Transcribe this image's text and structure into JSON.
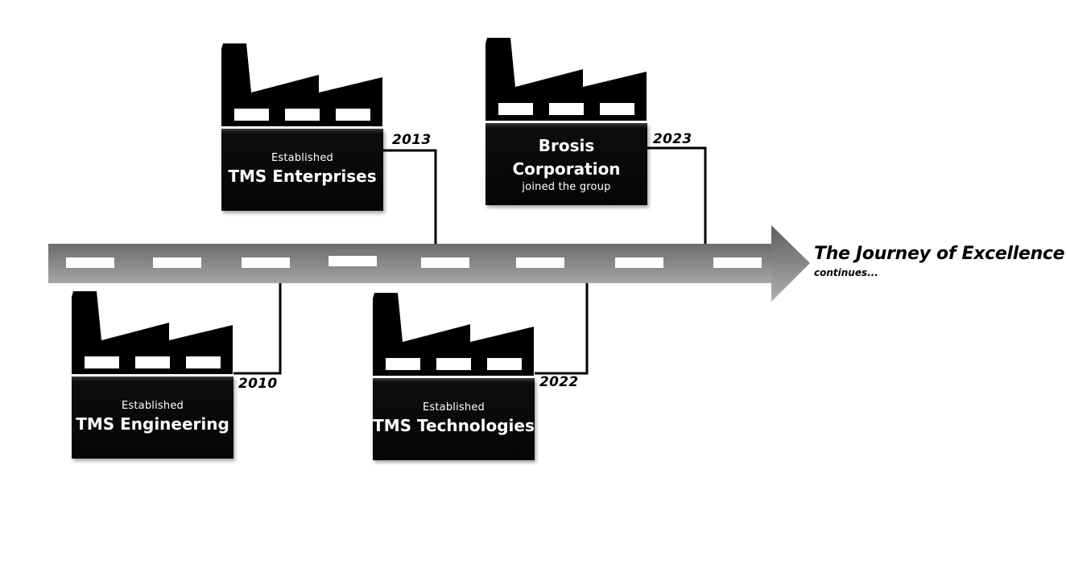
{
  "diagram": {
    "type": "timeline",
    "direction": "left-to-right",
    "road": {
      "colors": {
        "top": "#6e6e6e",
        "bottom": "#a3a3a3",
        "dash": "#ffffff"
      }
    },
    "milestones": [
      {
        "id": "tms-engineering",
        "year": "2010",
        "prefix": "Established",
        "name": "TMS Engineering",
        "suffix": "",
        "side": "below"
      },
      {
        "id": "tms-enterprises",
        "year": "2013",
        "prefix": "Established",
        "name": "TMS Enterprises",
        "suffix": "",
        "side": "above"
      },
      {
        "id": "tms-technologies",
        "year": "2022",
        "prefix": "Established",
        "name": "TMS Technologies",
        "suffix": "",
        "side": "below"
      },
      {
        "id": "brosis-corporation",
        "year": "2023",
        "prefix": "",
        "name_lines": [
          "Brosis",
          "Corporation"
        ],
        "suffix": "joined the group",
        "side": "above"
      }
    ],
    "tagline": {
      "title": "The Journey of Excellence",
      "subtitle": "continues..."
    },
    "colors": {
      "factory": "#000000",
      "box": "#050505",
      "box_text": "#ffffff",
      "connector": "#000000",
      "year_text": "#000000"
    },
    "icons": [
      "factory-icon"
    ]
  }
}
